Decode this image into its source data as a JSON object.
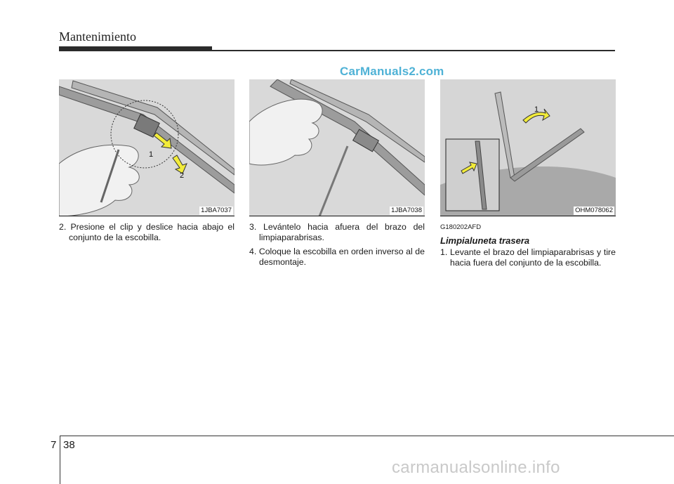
{
  "header": {
    "title": "Mantenimiento"
  },
  "watermark_top": "CarManuals2.com",
  "figures": [
    {
      "code": "1JBA7037",
      "callouts": [
        "1",
        "2"
      ]
    },
    {
      "code": "1JBA7038"
    },
    {
      "code": "OHM078062",
      "callouts": [
        "1"
      ]
    }
  ],
  "col1": {
    "step2": "2. Presione el clip y deslice hacia abajo el conjunto de la escobilla."
  },
  "col2": {
    "step3": "3. Levántelo hacia afuera del brazo del limpiaparabrisas.",
    "step4": "4. Coloque la escobilla en orden inverso al de desmontaje."
  },
  "col3": {
    "code": "G180202AFD",
    "subhead": "Limpialuneta trasera",
    "step1": "1. Levante el brazo del limpiaparabrisas y tire hacia fuera del conjunto de la escobilla."
  },
  "footer": {
    "chapter": "7",
    "page": "38"
  },
  "watermark_bottom": "carmanualsonline.info"
}
